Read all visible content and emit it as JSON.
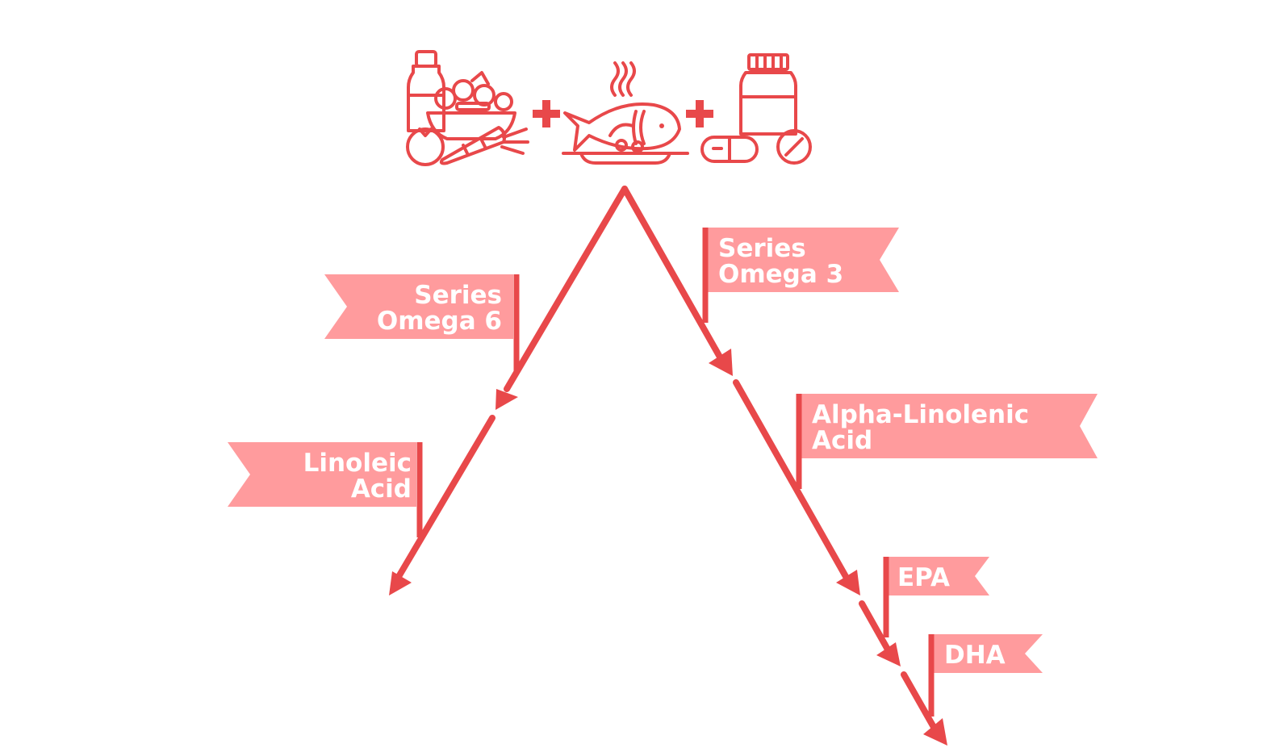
{
  "colors": {
    "accent": "#e8484a",
    "flag": "#ff9b9d",
    "flag_text": "#ffffff"
  },
  "icons": [
    "vegetables-icon",
    "plus-icon",
    "fish-dish-icon",
    "plus-icon",
    "supplements-icon"
  ],
  "flags": {
    "omega6": {
      "line1": "Series",
      "line2": "Omega 6"
    },
    "omega3": {
      "line1": "Series",
      "line2": "Omega 3"
    },
    "linoleic": {
      "line1": "Linoleic",
      "line2": "Acid"
    },
    "alpha_linolenic": {
      "line1": "Alpha-Linolenic",
      "line2": "Acid"
    },
    "epa": {
      "line1": "EPA"
    },
    "dha": {
      "line1": "DHA"
    }
  }
}
